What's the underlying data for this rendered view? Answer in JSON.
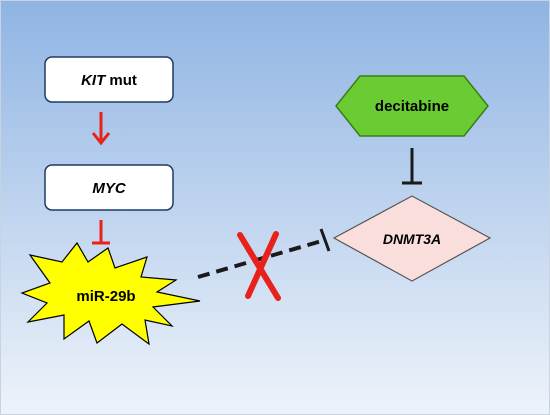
{
  "nodes": {
    "kit_mut": {
      "label_italic": "KIT",
      "label_rest": " mut"
    },
    "myc": {
      "label": "MYC"
    },
    "mir29b": {
      "label": "miR-29b"
    },
    "decitabine": {
      "label": "decitabine"
    },
    "dnmt3a": {
      "label": "DNMT3A"
    }
  },
  "colors": {
    "background_top": "#8fb4e3",
    "background_bottom": "#eef3fa",
    "box_border": "#1f3a66",
    "red_arrow": "#e8211b",
    "hexagon_fill": "#6acb32",
    "hexagon_border": "#3a7d17",
    "burst_fill": "#ffff00",
    "diamond_fill": "#f9dedc",
    "x_mark": "#e8211b"
  },
  "edges": [
    {
      "from": "kit_mut",
      "to": "myc",
      "type": "activation"
    },
    {
      "from": "myc",
      "to": "mir29b",
      "type": "inhibition"
    },
    {
      "from": "decitabine",
      "to": "dnmt3a",
      "type": "inhibition"
    },
    {
      "from": "mir29b",
      "to": "dnmt3a",
      "type": "inhibition-blocked"
    }
  ]
}
